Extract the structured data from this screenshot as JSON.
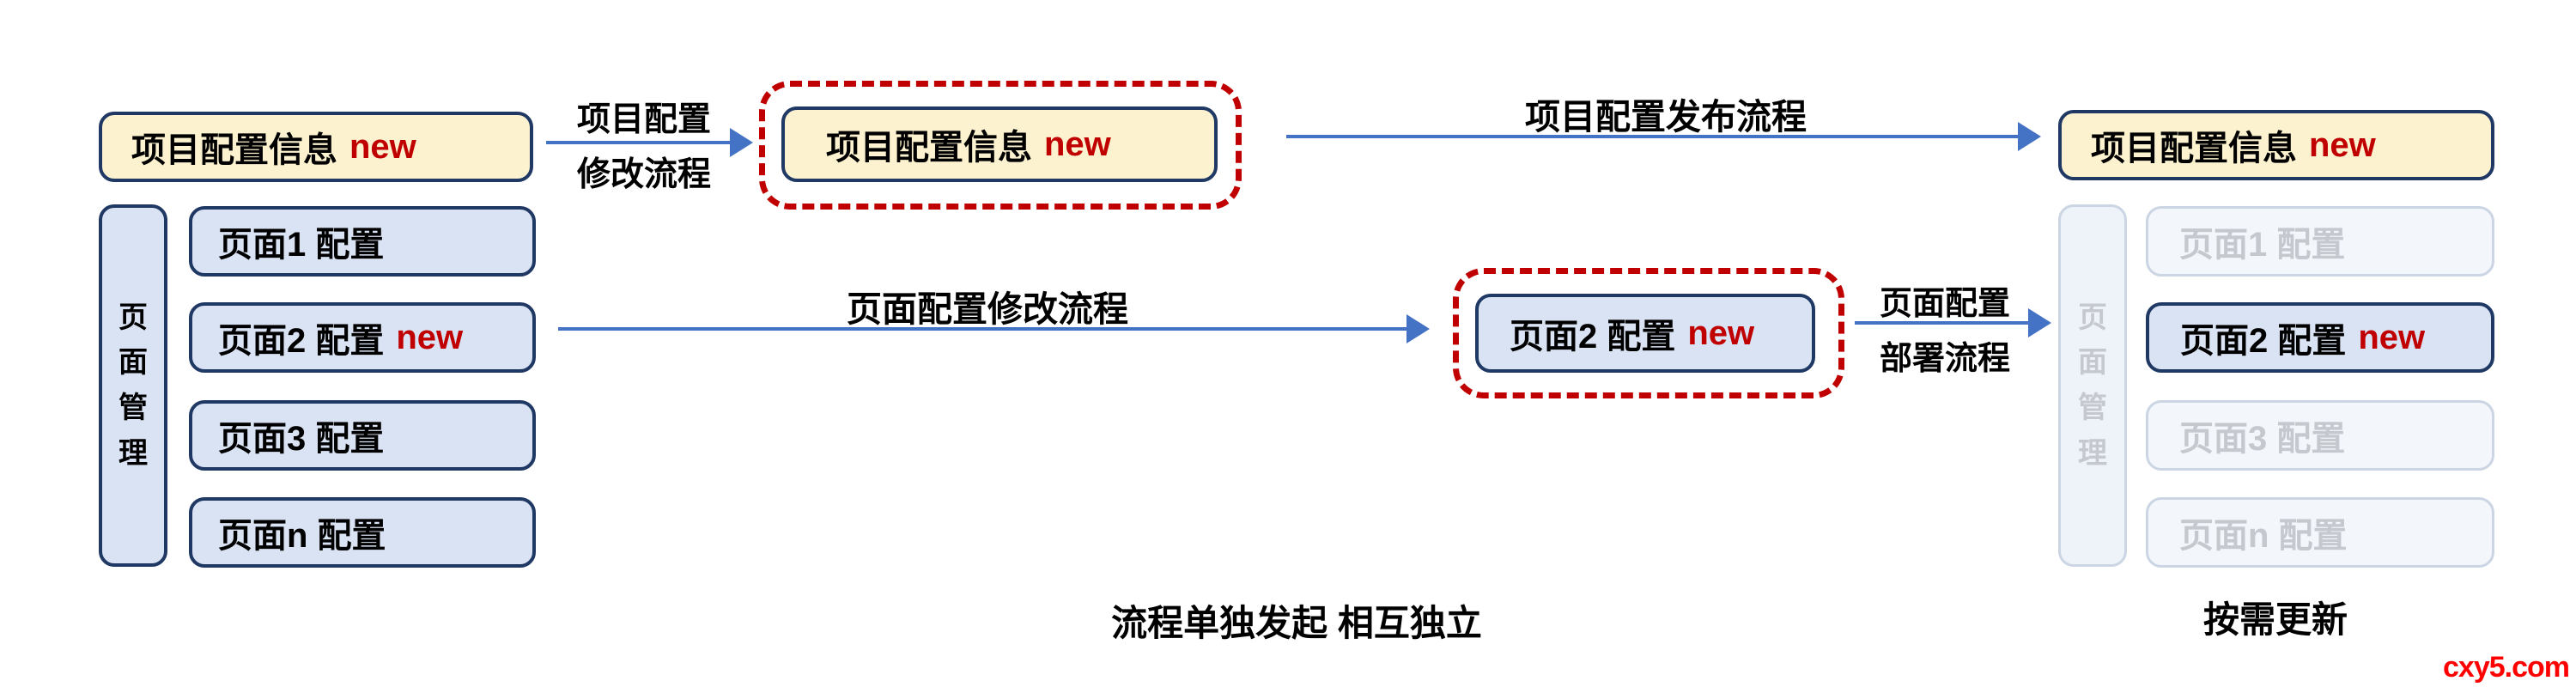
{
  "colors": {
    "navy_border": "#1F3864",
    "yellow_fill": "#FCF2CF",
    "blue_fill": "#DAE3F3",
    "arrow_blue": "#4472C4",
    "alert_red": "#C00000",
    "watermark_red": "#FF0000",
    "faded_fill": "#F3F6FB",
    "faded_border": "#CBD5E3",
    "faded_text": "#C5C8CE"
  },
  "left_group": {
    "project_box": {
      "label": "项目配置信息",
      "badge": "new"
    },
    "page_manager_label": "页面管理",
    "pages": [
      {
        "label": "页面1 配置",
        "badge": ""
      },
      {
        "label": "页面2 配置",
        "badge": "new"
      },
      {
        "label": "页面3 配置",
        "badge": ""
      },
      {
        "label": "页面n 配置",
        "badge": ""
      }
    ]
  },
  "flows": {
    "project_modify": {
      "line1": "项目配置",
      "line2": "修改流程"
    },
    "project_publish": {
      "label": "项目配置发布流程"
    },
    "page_modify": {
      "label": "页面配置修改流程"
    },
    "page_deploy": {
      "line1": "页面配置",
      "line2": "部署流程"
    }
  },
  "staging": {
    "project_box": {
      "label": "项目配置信息",
      "badge": "new"
    },
    "page_box": {
      "label": "页面2 配置",
      "badge": "new"
    }
  },
  "right_group": {
    "project_box": {
      "label": "项目配置信息",
      "badge": "new"
    },
    "page_manager_label": "页面管理",
    "pages": [
      {
        "label": "页面1 配置",
        "badge": ""
      },
      {
        "label": "页面2 配置",
        "badge": "new"
      },
      {
        "label": "页面3 配置",
        "badge": ""
      },
      {
        "label": "页面n 配置",
        "badge": ""
      }
    ]
  },
  "captions": {
    "independence_note": "流程单独发起 相互独立",
    "on_demand_note": "按需更新"
  },
  "watermark": "cxy5.com"
}
